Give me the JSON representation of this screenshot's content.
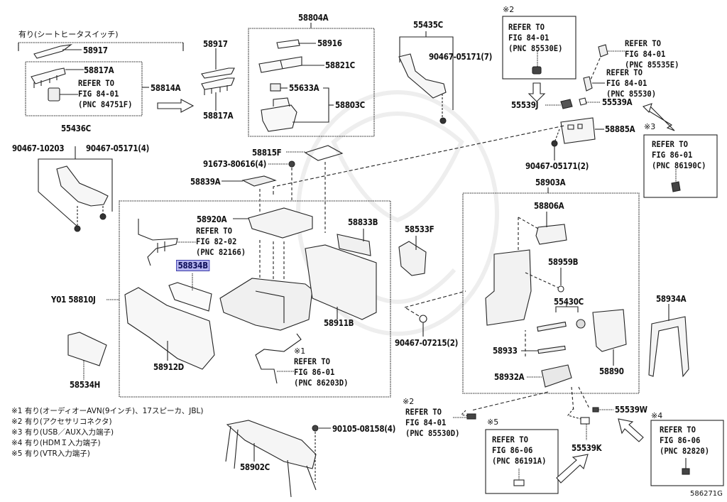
{
  "diagram": {
    "figure_number": "586271G",
    "highlighted_part": "58834B",
    "header_note": "有り(シートヒータスイッチ)",
    "parts": {
      "p58917_a": "58917",
      "p58817A_a": "58817A",
      "p58814A": "58814A",
      "p58917_b": "58917",
      "p58817A_b": "58817A",
      "p58804A": "58804A",
      "p58916": "58916",
      "p58821C": "58821C",
      "p55633A": "55633A",
      "p58803C": "58803C",
      "p55435C": "55435C",
      "p90467_05171_7": "90467-05171(7)",
      "p55539J": "55539J",
      "p55539A": "55539A",
      "p58885A": "58885A",
      "p90467_05171_2": "90467-05171(2)",
      "p55436C": "55436C",
      "p90467_10203": "90467-10203",
      "p90467_05171_4": "90467-05171(4)",
      "p58815F": "58815F",
      "p91673_80616": "91673-80616(4)",
      "p58839A": "58839A",
      "p58920A": "58920A",
      "p58833B": "58833B",
      "p58834B": "58834B",
      "pY01_58810J": "Y01 58810J",
      "p58911B": "58911B",
      "p58912D": "58912D",
      "p58534H": "58534H",
      "p58533F": "58533F",
      "p90467_07215": "90467-07215(2)",
      "p58903A": "58903A",
      "p58806A": "58806A",
      "p58959B": "58959B",
      "p55430C": "55430C",
      "p58933": "58933",
      "p58890": "58890",
      "p58932A": "58932A",
      "p58934A": "58934A",
      "p90105_08158": "90105-08158(4)",
      "p58902C": "58902C",
      "p55539W": "55539W",
      "p55539K": "55539K"
    },
    "references": {
      "r84751F": "REFER TO\nFIG 84-01\n(PNC 84751F)",
      "r85530E": "REFER TO\nFIG 84-01\n(PNC 85530E)",
      "r85535E": "REFER TO\nFIG 84-01\n(PNC 85535E)",
      "r85530": "REFER TO\nFIG 84-01\n(PNC 85530)",
      "r86190C": "REFER TO\nFIG 86-01\n(PNC 86190C)",
      "r82166": "REFER TO\nFIG 82-02\n(PNC 82166)",
      "r86203D": "REFER TO\nFIG 86-01\n(PNC 86203D)",
      "r85530D": "REFER TO\nFIG 84-01\n(PNC 85530D)",
      "r86191A": "REFER TO\nFIG 86-06\n(PNC 86191A)",
      "r82820": "REFER TO\nFIG 86-06\n(PNC 82820)"
    },
    "marks": {
      "m1": "※1",
      "m2a": "※2",
      "m2b": "※2",
      "m3": "※3",
      "m4": "※4",
      "m5": "※5"
    },
    "legend": [
      "※1 有り(オーディオーAVN(9インチ)、17スピーカ、JBL)",
      "※2  有り(アクセサリコネクタ)",
      "※3  有り(USB／AUX入力端子)",
      "※4  有り(HDMＩ入力端子)",
      "※5  有り(VTR入力端子)"
    ]
  }
}
